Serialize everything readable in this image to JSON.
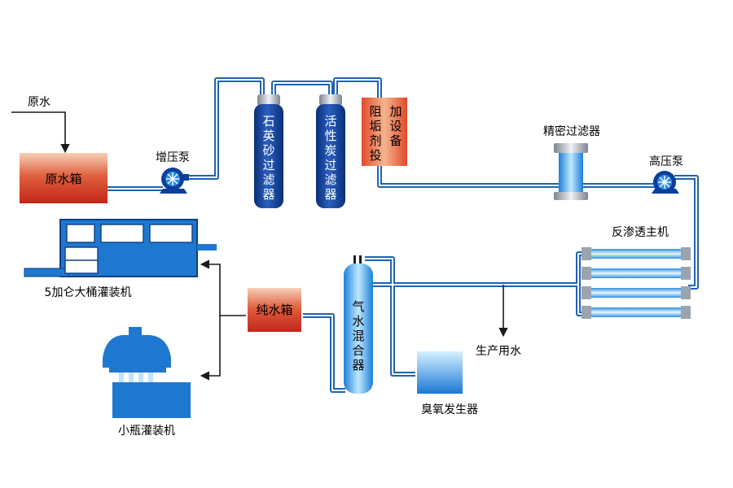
{
  "labels": {
    "raw_water_inlet": "原水",
    "raw_water_tank": "原水箱",
    "booster_pump": "增压泵",
    "quartz_filter": [
      "石",
      "英",
      "砂",
      "过",
      "滤",
      "器"
    ],
    "carbon_filter": [
      "活",
      "性",
      "炭",
      "过",
      "滤",
      "器"
    ],
    "dosing_col1": [
      "加",
      "设",
      "备"
    ],
    "dosing_col2": [
      "阻",
      "垢",
      "剂",
      "投"
    ],
    "precision_filter": "精密过滤器",
    "high_pressure_pump": "高压泵",
    "ro_unit": "反渗透主机",
    "production_water": "生产用水",
    "ozone_generator": "臭氧发生器",
    "gas_water_mixer": [
      "气",
      "水",
      "混",
      "合",
      "器"
    ],
    "pure_water_tank": "纯水箱",
    "barrel_filler": "5加仑大桶灌装机",
    "bottle_filler": "小瓶灌装机"
  },
  "colors": {
    "pipe": "#1f63b5",
    "tank_red": "#d9402b",
    "filter_blue": "#0c3f9a",
    "machine_blue": "#1e78d0",
    "light_blue": "#35a8ee"
  }
}
